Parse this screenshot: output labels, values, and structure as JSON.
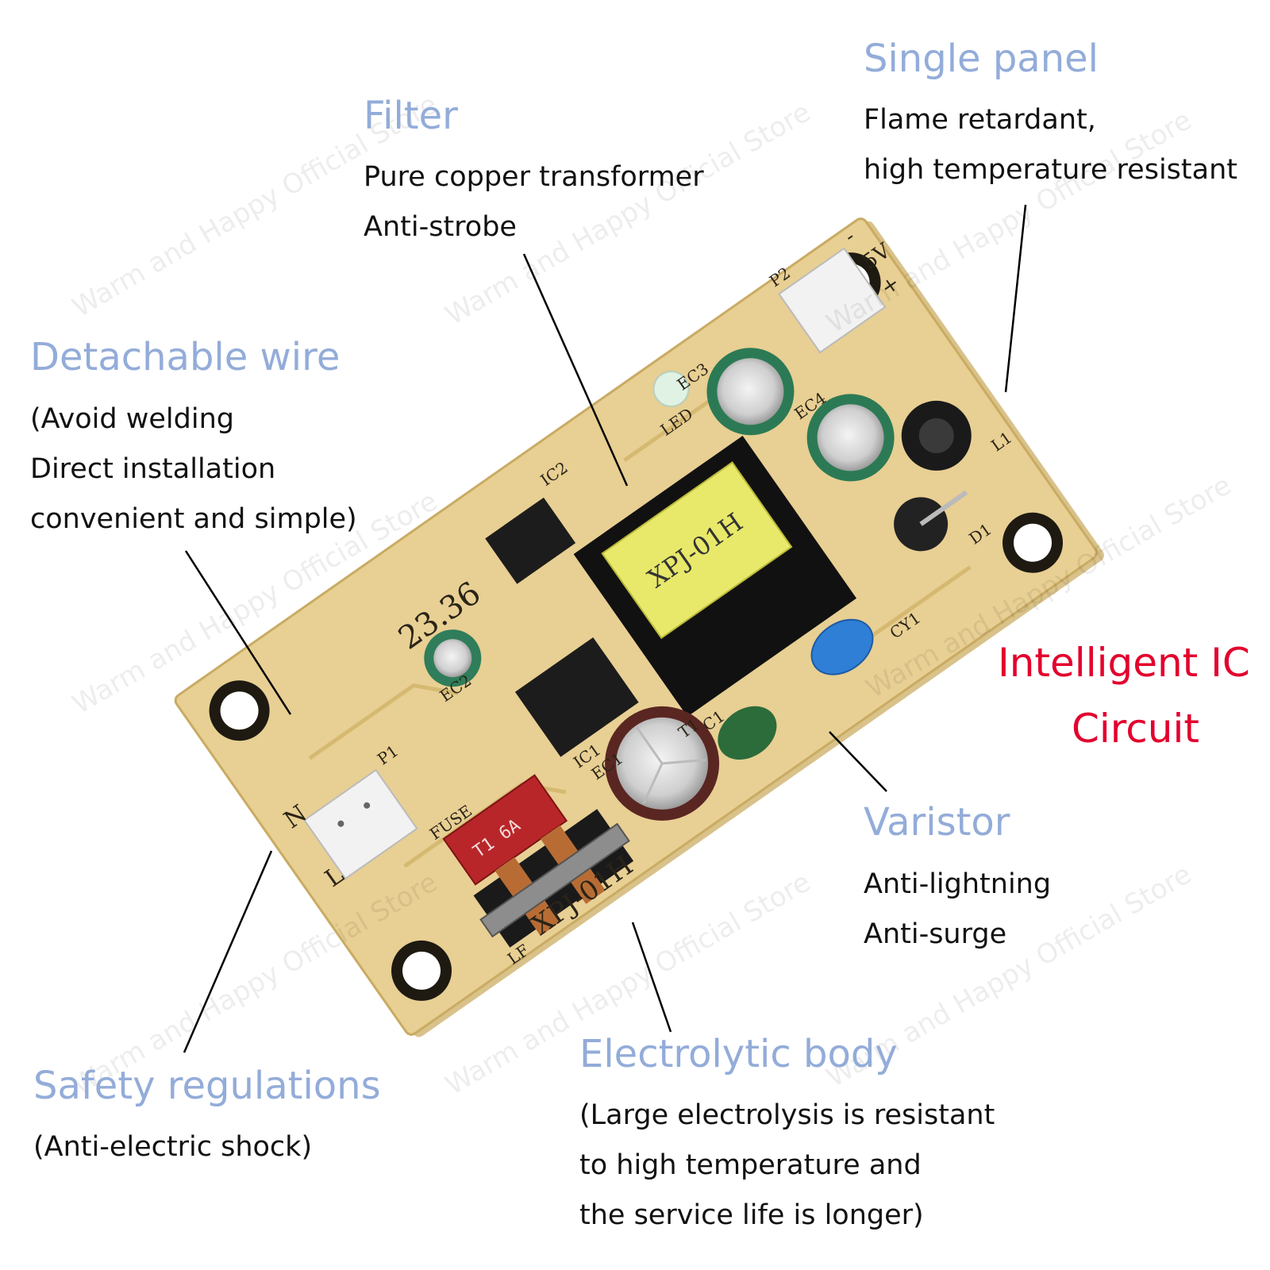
{
  "colors": {
    "title": "#93acd9",
    "highlight": "#e3002d",
    "text": "#111111",
    "board": "#e8cf93",
    "leader": "#000000"
  },
  "board": {
    "model": "XPJ-01H",
    "code": "23.36",
    "transformer_label": "XPJ-01H",
    "fuse_label": "T1 6A",
    "silkscreen": [
      "LED",
      "P2",
      "IC2",
      "EC3",
      "EC2",
      "EC4",
      "EC1",
      "IC1",
      "T1",
      "C1",
      "CY1",
      "D1",
      "L1",
      "LF",
      "P1",
      "FUSE",
      "L",
      "N",
      "-",
      "5V",
      "+"
    ]
  },
  "watermark": "Warm and Happy Official Store",
  "callouts": {
    "filter": {
      "title": "Filter",
      "lines": [
        "Pure copper transformer",
        "Anti-strobe"
      ]
    },
    "single_panel": {
      "title": "Single panel",
      "lines": [
        "Flame retardant,",
        "high temperature resistant"
      ]
    },
    "detachable_wire": {
      "title": "Detachable wire",
      "lines": [
        "(Avoid welding",
        "Direct installation",
        "convenient and simple)"
      ]
    },
    "intelligent_ic": {
      "title_line1": "Intelligent IC",
      "title_line2": "Circuit"
    },
    "varistor": {
      "title": "Varistor",
      "lines": [
        "Anti-lightning",
        "Anti-surge"
      ]
    },
    "safety": {
      "title": "Safety regulations",
      "lines": [
        "(Anti-electric shock)"
      ]
    },
    "electrolytic": {
      "title": "Electrolytic body",
      "lines": [
        "(Large electrolysis is resistant",
        "to high temperature and",
        "the service life is longer)"
      ]
    }
  }
}
